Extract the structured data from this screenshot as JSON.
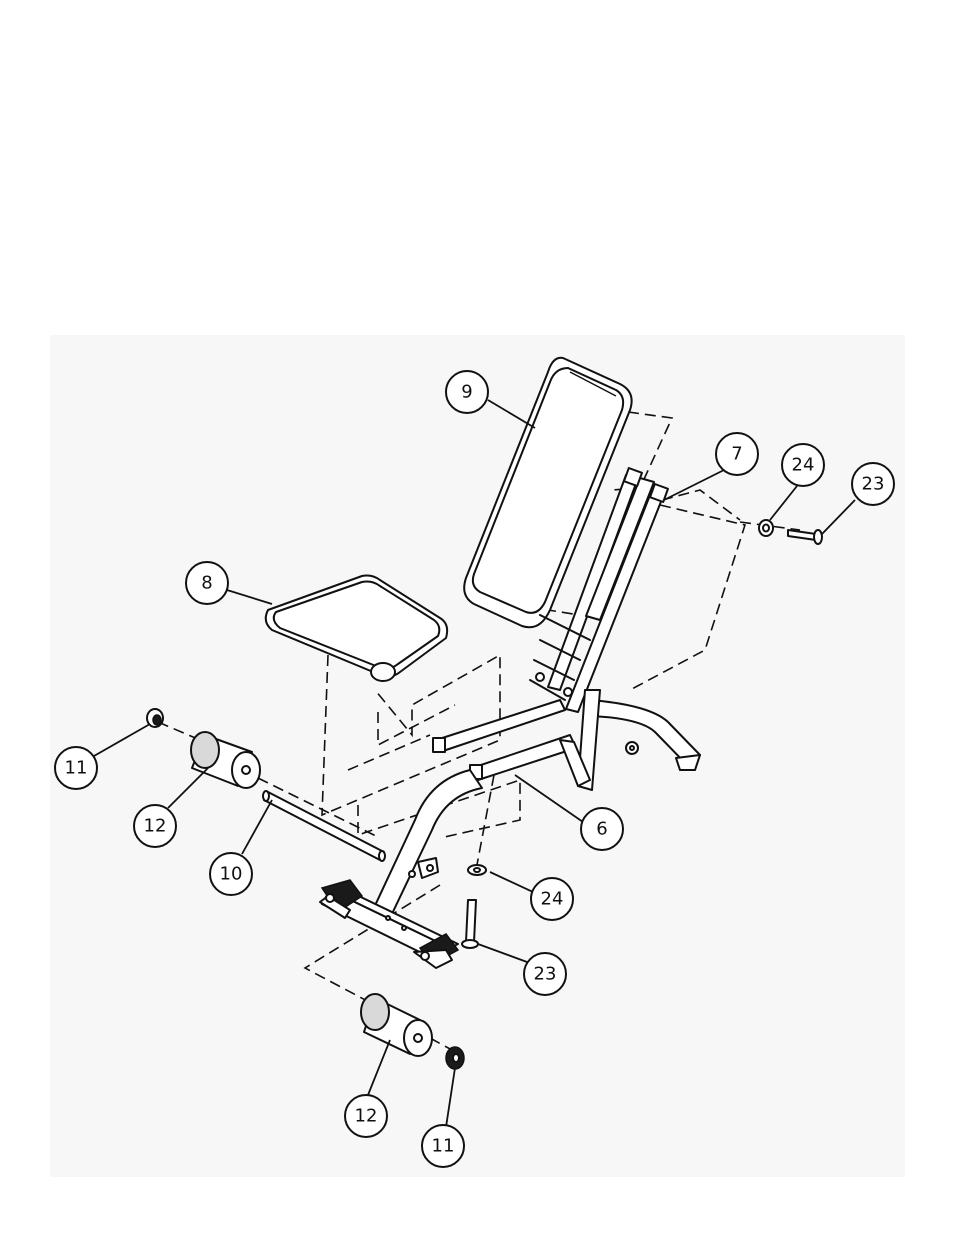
{
  "diagram": {
    "callouts": [
      {
        "id": "c9",
        "label": "9"
      },
      {
        "id": "c7",
        "label": "7"
      },
      {
        "id": "c24a",
        "label": "24"
      },
      {
        "id": "c23a",
        "label": "23"
      },
      {
        "id": "c8",
        "label": "8"
      },
      {
        "id": "c11a",
        "label": "11"
      },
      {
        "id": "c12a",
        "label": "12"
      },
      {
        "id": "c10",
        "label": "10"
      },
      {
        "id": "c6",
        "label": "6"
      },
      {
        "id": "c24b",
        "label": "24"
      },
      {
        "id": "c23b",
        "label": "23"
      },
      {
        "id": "c12b",
        "label": "12"
      },
      {
        "id": "c11b",
        "label": "11"
      }
    ]
  }
}
